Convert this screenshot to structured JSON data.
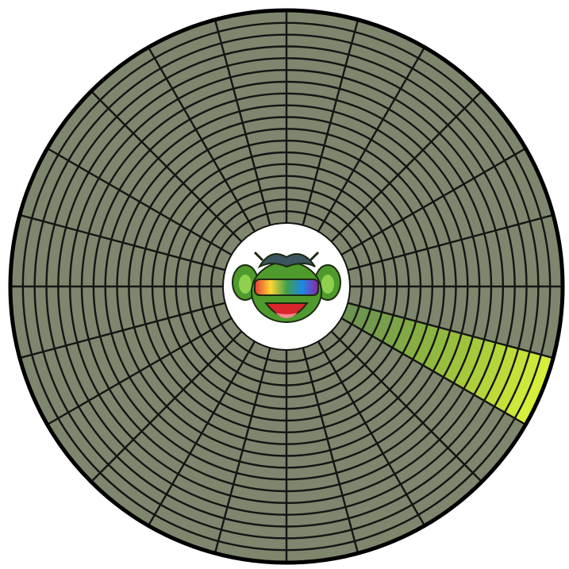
{
  "disk": {
    "ring_count": 18,
    "sector_count": 24,
    "colors": {
      "background": "#ffffff",
      "cell": "#7e866d",
      "grid_line": "#141414",
      "hub": "#ffffff"
    }
  },
  "highlighted_track": {
    "sector_index": 7,
    "colors": {
      "inner": "#5f9e3a",
      "mid": "#9ccc2f",
      "outer": "#d7ee3a"
    }
  },
  "hub_logo": {
    "name": "cartoon-frog-face",
    "colors": {
      "skin": "#4f9a2c",
      "skin_light": "#8fd14e",
      "hair": "#3c5560",
      "mouth": "#d8262c",
      "visor_start": "#e53935",
      "visor_mid1": "#fdd835",
      "visor_mid2": "#43a047",
      "visor_mid3": "#1e88e5",
      "visor_end": "#8e24aa",
      "outline": "#1c2a12"
    }
  }
}
